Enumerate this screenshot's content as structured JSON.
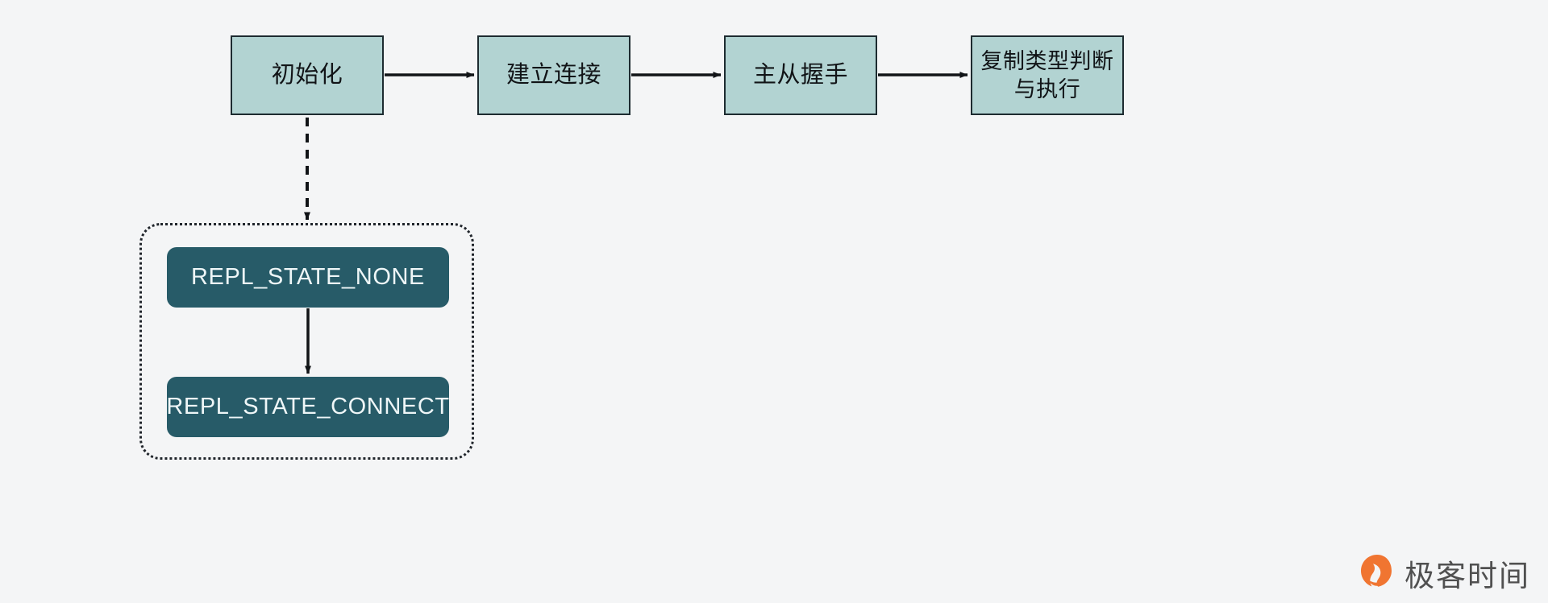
{
  "diagram": {
    "title": "Redis replication state flow",
    "background_color": "#f4f5f6",
    "flow_fill_color": "#b2d3d2",
    "flow_border_color": "#1d2b30",
    "state_fill_color": "#275b68",
    "state_text_color": "#eef6f7",
    "connector_color": "#111417",
    "flow_steps": [
      {
        "id": "init",
        "label": "初始化"
      },
      {
        "id": "connect",
        "label": "建立连接"
      },
      {
        "id": "handshake",
        "label": "主从握手"
      },
      {
        "id": "repltype",
        "label": "复制类型判断\n与执行"
      }
    ],
    "flow_connectors": [
      {
        "id": "init-to-connect",
        "from": "init",
        "to": "connect",
        "style": "solid",
        "arrow": true
      },
      {
        "id": "connect-to-handshake",
        "from": "connect",
        "to": "handshake",
        "style": "solid",
        "arrow": true
      },
      {
        "id": "handshake-to-repltype",
        "from": "handshake",
        "to": "repltype",
        "style": "solid",
        "arrow": true
      },
      {
        "id": "init-to-state-group",
        "from": "init",
        "to": "state-group",
        "style": "dashed",
        "arrow": true
      }
    ],
    "state_group": {
      "id": "state-group",
      "border_style": "dotted",
      "states": [
        {
          "id": "state-none",
          "label": "REPL_STATE_NONE"
        },
        {
          "id": "state-connect",
          "label": "REPL_STATE_CONNECT"
        }
      ],
      "state_connectors": [
        {
          "id": "none-to-connect",
          "from": "state-none",
          "to": "state-connect",
          "style": "solid",
          "arrow": true
        }
      ]
    }
  },
  "watermark": {
    "text": "极客时间",
    "logo_icon": "geektime-flame-icon",
    "logo_color": "#f0702a",
    "text_color": "#4a4a4a"
  }
}
